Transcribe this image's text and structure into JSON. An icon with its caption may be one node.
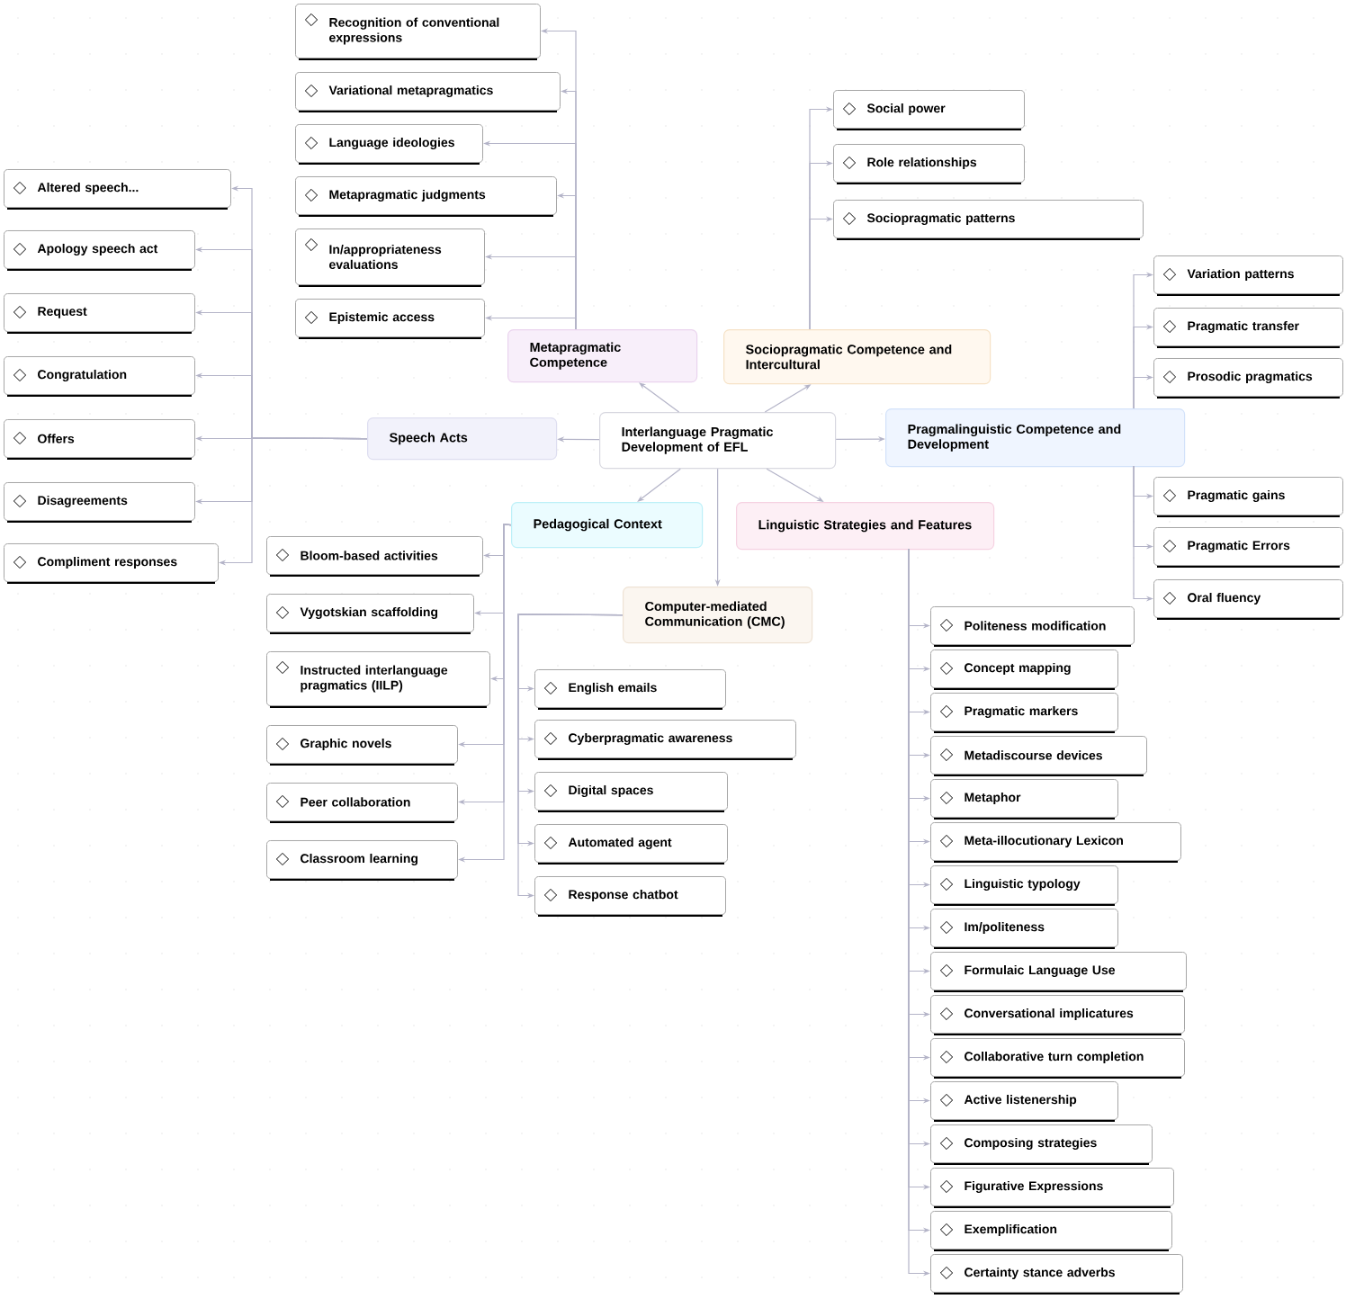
{
  "diagram": {
    "nodes": [
      {
        "text": [
          "Interlanguage Pragmatic Development of EFL"
        ]
      },
      {
        "text": [
          "Metapragmatic Competence"
        ]
      },
      {
        "text": [
          "Sociopragmatic Competence and Intercultural"
        ]
      },
      {
        "text": [
          "Pragmalinguistic Competence and Development"
        ]
      },
      {
        "text": [
          "Speech Acts"
        ]
      },
      {
        "text": [
          "Pedagogical Context"
        ]
      },
      {
        "text": [
          "Linguistic Strategies and Features"
        ]
      },
      {
        "text": [
          "Computer-mediated Communication (CMC)"
        ]
      },
      {
        "text": [
          "Recognition of conventional expressions"
        ]
      },
      {
        "text": [
          "Variational metapragmatics"
        ]
      },
      {
        "text": [
          "Language ideologies"
        ]
      },
      {
        "text": [
          "Metapragmatic judgments"
        ]
      },
      {
        "text": [
          "In/appropriateness evaluations"
        ]
      },
      {
        "text": [
          "Epistemic access"
        ]
      },
      {
        "text": [
          "Social power"
        ]
      },
      {
        "text": [
          "Role relationships"
        ]
      },
      {
        "text": [
          "Sociopragmatic patterns"
        ]
      },
      {
        "text": [
          "Variation patterns"
        ]
      },
      {
        "text": [
          "Pragmatic transfer"
        ]
      },
      {
        "text": [
          "Prosodic pragmatics"
        ]
      },
      {
        "text": [
          "Pragmatic gains"
        ]
      },
      {
        "text": [
          "Pragmatic Errors"
        ]
      },
      {
        "text": [
          "Oral fluency"
        ]
      },
      {
        "text": [
          "Altered speech..."
        ]
      },
      {
        "text": [
          "Apology speech act"
        ]
      },
      {
        "text": [
          "Request"
        ]
      },
      {
        "text": [
          "Congratulation"
        ]
      },
      {
        "text": [
          "Offers"
        ]
      },
      {
        "text": [
          "Disagreements"
        ]
      },
      {
        "text": [
          "Compliment responses"
        ]
      },
      {
        "text": [
          "Bloom-based activities"
        ]
      },
      {
        "text": [
          "Vygotskian scaffolding"
        ]
      },
      {
        "text": [
          "Instructed interlanguage pragmatics (IILP)"
        ]
      },
      {
        "text": [
          "Graphic novels"
        ]
      },
      {
        "text": [
          "Peer collaboration"
        ]
      },
      {
        "text": [
          "Classroom learning"
        ]
      },
      {
        "text": [
          "English emails"
        ]
      },
      {
        "text": [
          "Cyberpragmatic awareness"
        ]
      },
      {
        "text": [
          "Digital spaces"
        ]
      },
      {
        "text": [
          "Automated agent"
        ]
      },
      {
        "text": [
          "Response chatbot"
        ]
      },
      {
        "text": [
          "Politeness modification"
        ]
      },
      {
        "text": [
          "Concept mapping"
        ]
      },
      {
        "text": [
          "Pragmatic markers"
        ]
      },
      {
        "text": [
          "Metadiscourse devices"
        ]
      },
      {
        "text": [
          "Metaphor"
        ]
      },
      {
        "text": [
          "Meta-illocutionary Lexicon"
        ]
      },
      {
        "text": [
          "Linguistic typology"
        ]
      },
      {
        "text": [
          "Im/politeness"
        ]
      },
      {
        "text": [
          "Formulaic Language Use"
        ]
      },
      {
        "text": [
          "Conversational implicatures"
        ]
      },
      {
        "text": [
          "Collaborative turn completion"
        ]
      },
      {
        "text": [
          "Active listenership"
        ]
      },
      {
        "text": [
          "Composing strategies"
        ]
      },
      {
        "text": [
          "Figurative Expressions"
        ]
      },
      {
        "text": [
          "Exemplification"
        ]
      },
      {
        "text": [
          "Certainty stance adverbs"
        ]
      }
    ],
    "edges": [
      {
        "from": 0,
        "to": 1,
        "arrow": "to"
      },
      {
        "from": 0,
        "to": 2,
        "arrow": "to"
      },
      {
        "from": 0,
        "to": 3,
        "arrow": "to"
      },
      {
        "from": 0,
        "to": 4,
        "arrow": "to"
      },
      {
        "from": 0,
        "to": 5,
        "arrow": "to"
      },
      {
        "from": 0,
        "to": 6,
        "arrow": "to"
      },
      {
        "from": 0,
        "to": 7,
        "arrow": "to"
      },
      {
        "from": 1,
        "to": 8,
        "arrow": "to"
      },
      {
        "from": 1,
        "to": 9,
        "arrow": "to"
      },
      {
        "from": 1,
        "to": 10,
        "arrow": "to"
      },
      {
        "from": 1,
        "to": 11,
        "arrow": "to"
      },
      {
        "from": 1,
        "to": 12,
        "arrow": "to"
      },
      {
        "from": 1,
        "to": 13,
        "arrow": "to"
      },
      {
        "from": 2,
        "to": 14,
        "arrow": "to"
      },
      {
        "from": 2,
        "to": 15,
        "arrow": "to"
      },
      {
        "from": 2,
        "to": 16,
        "arrow": "to"
      },
      {
        "from": 3,
        "to": 17,
        "arrow": "to"
      },
      {
        "from": 3,
        "to": 18,
        "arrow": "to"
      },
      {
        "from": 3,
        "to": 19,
        "arrow": "to"
      },
      {
        "from": 3,
        "to": 20,
        "arrow": "to"
      },
      {
        "from": 3,
        "to": 21,
        "arrow": "to"
      },
      {
        "from": 3,
        "to": 22,
        "arrow": "to"
      },
      {
        "from": 4,
        "to": 23,
        "arrow": "to"
      },
      {
        "from": 4,
        "to": 24,
        "arrow": "to"
      },
      {
        "from": 4,
        "to": 25,
        "arrow": "to"
      },
      {
        "from": 4,
        "to": 26,
        "arrow": "to"
      },
      {
        "from": 4,
        "to": 27,
        "arrow": "to"
      },
      {
        "from": 4,
        "to": 28,
        "arrow": "to"
      },
      {
        "from": 4,
        "to": 29,
        "arrow": "to"
      },
      {
        "from": 5,
        "to": 30,
        "arrow": "to"
      },
      {
        "from": 5,
        "to": 31,
        "arrow": "to"
      },
      {
        "from": 5,
        "to": 32,
        "arrow": "to"
      },
      {
        "from": 5,
        "to": 33,
        "arrow": "to"
      },
      {
        "from": 5,
        "to": 34,
        "arrow": "to"
      },
      {
        "from": 5,
        "to": 35,
        "arrow": "to"
      },
      {
        "from": 7,
        "to": 36,
        "arrow": "to"
      },
      {
        "from": 7,
        "to": 37,
        "arrow": "to"
      },
      {
        "from": 7,
        "to": 38,
        "arrow": "to"
      },
      {
        "from": 7,
        "to": 39,
        "arrow": "to"
      },
      {
        "from": 7,
        "to": 40,
        "arrow": "to"
      },
      {
        "from": 6,
        "to": 41,
        "arrow": "to"
      },
      {
        "from": 6,
        "to": 42,
        "arrow": "to"
      },
      {
        "from": 6,
        "to": 43,
        "arrow": "to"
      },
      {
        "from": 6,
        "to": 44,
        "arrow": "to"
      },
      {
        "from": 6,
        "to": 45,
        "arrow": "to"
      },
      {
        "from": 6,
        "to": 46,
        "arrow": "to"
      },
      {
        "from": 6,
        "to": 47,
        "arrow": "to"
      },
      {
        "from": 6,
        "to": 48,
        "arrow": "to"
      },
      {
        "from": 6,
        "to": 49,
        "arrow": "to"
      },
      {
        "from": 6,
        "to": 50,
        "arrow": "to"
      },
      {
        "from": 6,
        "to": 51,
        "arrow": "to"
      },
      {
        "from": 6,
        "to": 52,
        "arrow": "to"
      },
      {
        "from": 6,
        "to": 53,
        "arrow": "to"
      },
      {
        "from": 6,
        "to": 54,
        "arrow": "to"
      },
      {
        "from": 6,
        "to": 55,
        "arrow": "to"
      },
      {
        "from": 6,
        "to": 56,
        "arrow": "to"
      }
    ]
  }
}
